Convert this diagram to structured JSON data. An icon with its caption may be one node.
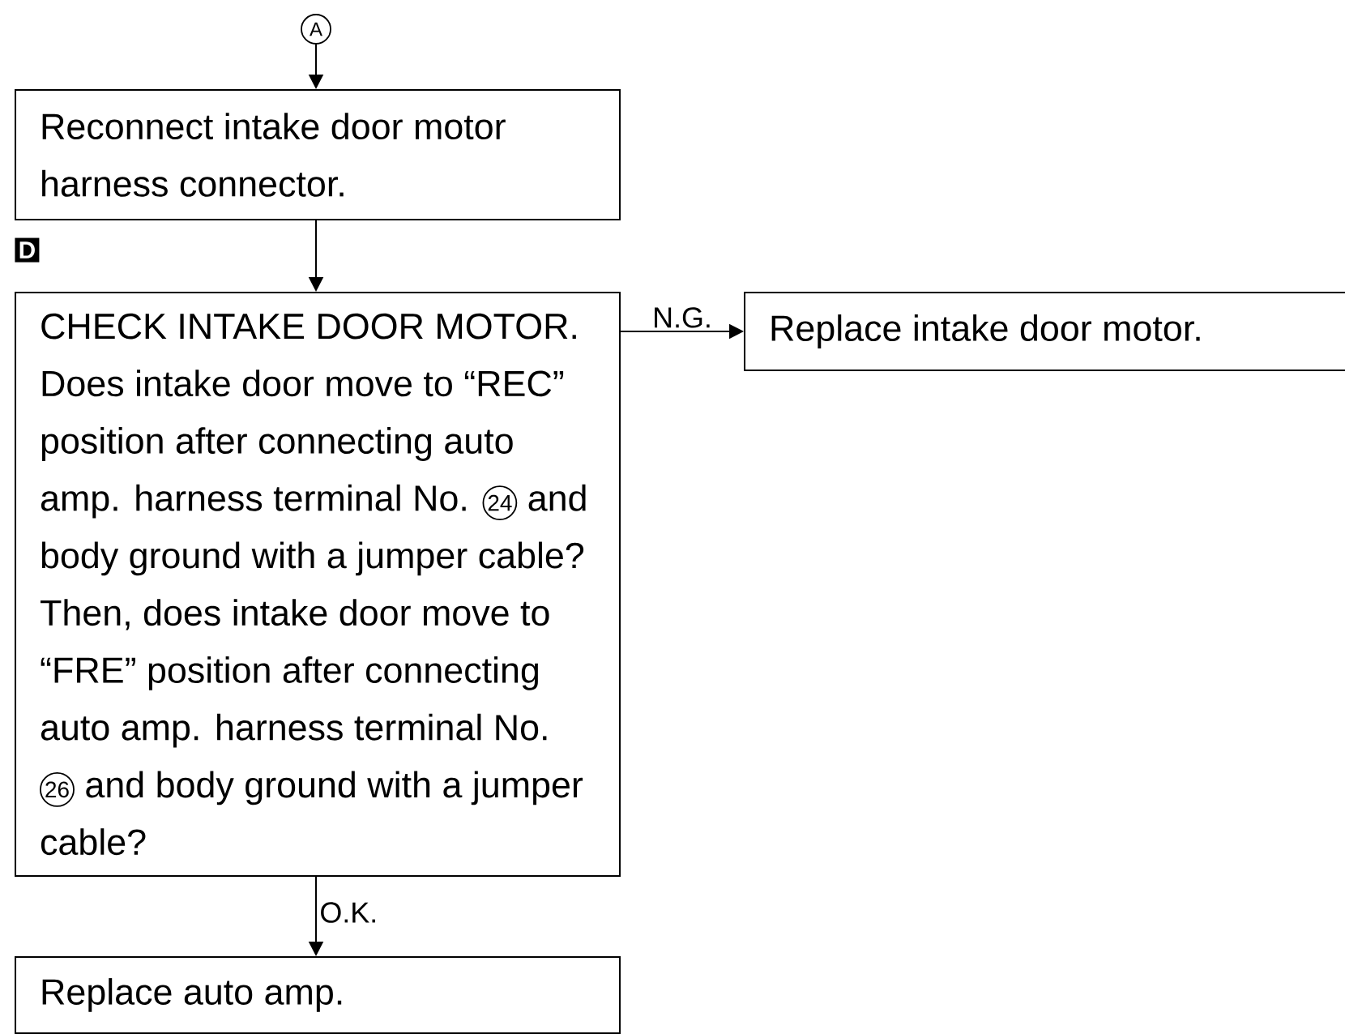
{
  "diagram": {
    "nodes": [
      {
        "text": [
          "A"
        ]
      },
      {
        "text": [
          "Reconnect intake door motor harness connector."
        ]
      },
      {
        "text": [
          "CHECK INTAKE DOOR MOTOR.",
          "Does intake door move to “REC” position after connecting auto amp. harness terminal No.",
          "24",
          "and body ground with a jumper cable?",
          "Then, does intake door move to “FRE” position after connecting auto amp. harness terminal No.",
          "26",
          "and body ground with a jumper cable?"
        ],
        "beside": [
          "D"
        ]
      },
      {
        "text": [
          "Replace intake door motor."
        ]
      },
      {
        "text": [
          "Replace auto amp."
        ]
      }
    ],
    "edges": [
      {
        "from": 0,
        "to": 1,
        "arrow": "to"
      },
      {
        "from": 1,
        "to": 2,
        "arrow": "to"
      },
      {
        "from": 2,
        "to": 3,
        "arrow": "to",
        "label": "N.G."
      },
      {
        "from": 2,
        "to": 4,
        "arrow": "to",
        "label": "O.K."
      }
    ]
  }
}
